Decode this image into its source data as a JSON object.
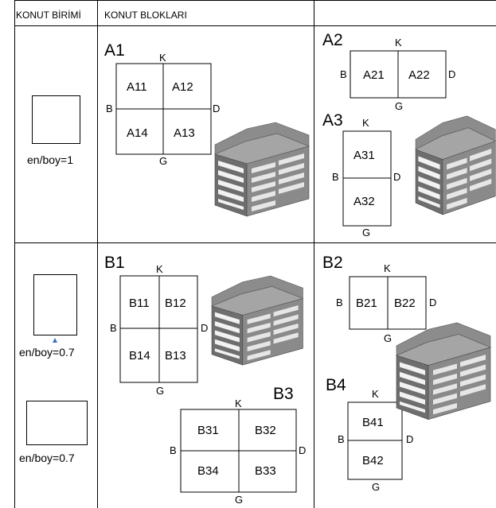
{
  "header": {
    "col1": "KONUT BİRİMİ",
    "col2": "KONUT BLOKLARI",
    "col3": ""
  },
  "row1": {
    "unit_ratio": "en/boy=1",
    "A1": {
      "title": "A1",
      "cells": [
        "A11",
        "A12",
        "A14",
        "A13"
      ],
      "compass": {
        "n": "K",
        "s": "G",
        "w": "B",
        "e": "D"
      }
    },
    "A2": {
      "title": "A2",
      "cells": [
        "A21",
        "A22"
      ],
      "compass": {
        "n": "K",
        "s": "G",
        "w": "B",
        "e": "D"
      }
    },
    "A3": {
      "title": "A3",
      "cells": [
        "A31",
        "A32"
      ],
      "compass": {
        "n": "K",
        "s": "G",
        "w": "B",
        "e": "D"
      }
    }
  },
  "row2": {
    "unit_ratio_1": "en/boy=0.7",
    "unit_ratio_2": "en/boy=0.7",
    "B1": {
      "title": "B1",
      "cells": [
        "B11",
        "B12",
        "B14",
        "B13"
      ],
      "compass": {
        "n": "K",
        "s": "G",
        "w": "B",
        "e": "D"
      }
    },
    "B2": {
      "title": "B2",
      "cells": [
        "B21",
        "B22"
      ],
      "compass": {
        "n": "K",
        "s": "G",
        "w": "B",
        "e": "D"
      }
    },
    "B3": {
      "title": "B3",
      "cells": [
        "B31",
        "B32",
        "B34",
        "B33"
      ],
      "compass": {
        "n": "K",
        "s": "G",
        "w": "B",
        "e": "D"
      }
    },
    "B4": {
      "title": "B4",
      "cells": [
        "B41",
        "B42"
      ],
      "compass": {
        "n": "K",
        "s": "G",
        "w": "B",
        "e": "D"
      }
    }
  },
  "colors": {
    "line": "#000000",
    "building_dark": "#6e6e6e",
    "building_mid": "#8c8c8c",
    "building_light": "#bdbdbd",
    "window": "#f2f2f2",
    "marker": "#3a6fc4"
  }
}
